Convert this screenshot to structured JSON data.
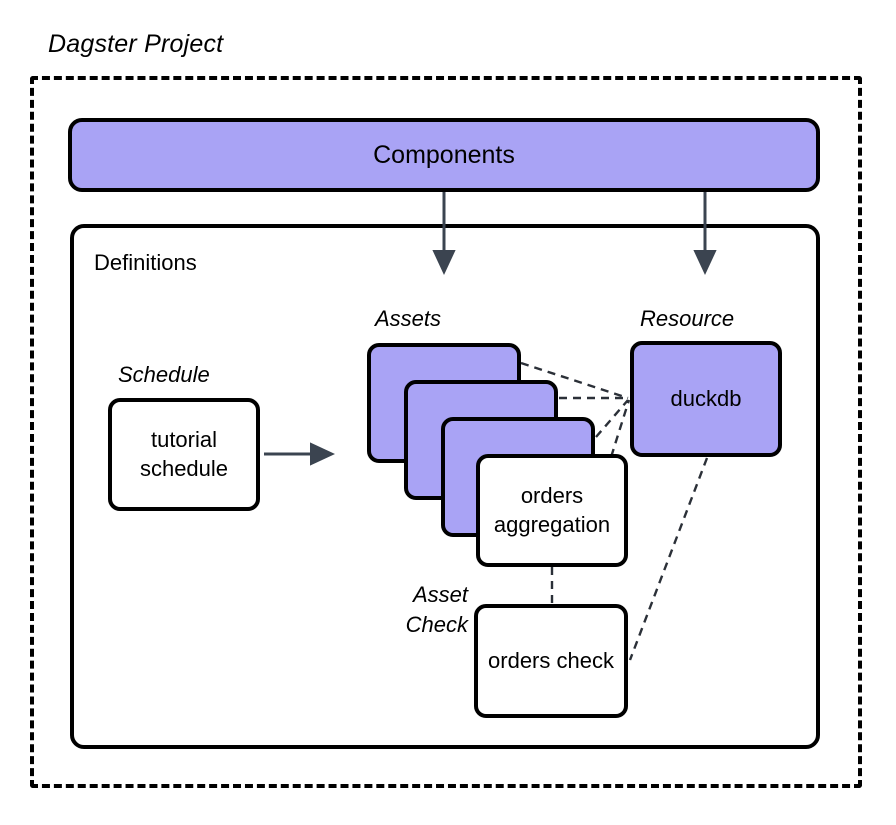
{
  "diagram": {
    "title": "Dagster Project",
    "frame_style": "dashed",
    "colors": {
      "accent_purple": "#a9a3f5",
      "stroke": "#000000",
      "arrow": "#3b4450",
      "background": "#ffffff"
    }
  },
  "components": {
    "label": "Components"
  },
  "definitions": {
    "label": "Definitions"
  },
  "captions": {
    "assets": "Assets",
    "resource": "Resource",
    "schedule": "Schedule",
    "asset_check": "Asset Check"
  },
  "nodes": {
    "asset_card_1": "",
    "asset_card_2": "",
    "asset_card_3": "",
    "orders_aggregation": "orders aggregation",
    "orders_check": "orders check",
    "duckdb": "duckdb",
    "tutorial_schedule": "tutorial schedule"
  },
  "edges": [
    {
      "name": "components-to-assets",
      "from": "Components",
      "to": "Assets",
      "style": "solid-arrow"
    },
    {
      "name": "components-to-resource",
      "from": "Components",
      "to": "Resource",
      "style": "solid-arrow"
    },
    {
      "name": "schedule-to-assets",
      "from": "tutorial schedule",
      "to": "Assets",
      "style": "solid-arrow"
    },
    {
      "name": "asset-1-to-duckdb",
      "from": "asset card 1",
      "to": "duckdb",
      "style": "dashed"
    },
    {
      "name": "asset-2-to-duckdb",
      "from": "asset card 2",
      "to": "duckdb",
      "style": "dashed"
    },
    {
      "name": "asset-3-to-duckdb",
      "from": "asset card 3",
      "to": "duckdb",
      "style": "dashed"
    },
    {
      "name": "orders-aggregation-to-duckdb",
      "from": "orders aggregation",
      "to": "duckdb",
      "style": "dashed"
    },
    {
      "name": "orders-aggregation-to-orders-check",
      "from": "orders aggregation",
      "to": "orders check",
      "style": "dashed"
    },
    {
      "name": "duckdb-to-orders-check",
      "from": "duckdb",
      "to": "orders check",
      "style": "dashed"
    }
  ]
}
